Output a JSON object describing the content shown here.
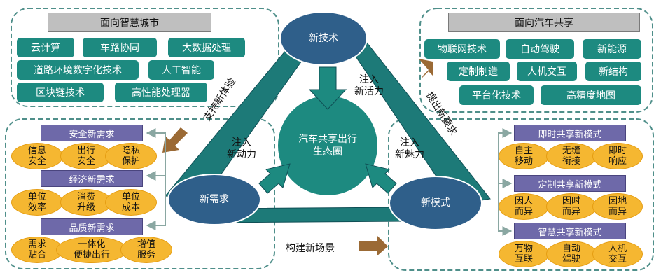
{
  "smart_city": {
    "title": "面向智慧城市",
    "techs": [
      "云计算",
      "车路协同",
      "大数据处理",
      "道路环境数字化技术",
      "人工智能",
      "区块链技术",
      "高性能处理器"
    ]
  },
  "car_sharing": {
    "title": "面向汽车共享",
    "techs": [
      "物联网技术",
      "自动驾驶",
      "新能源",
      "定制制造",
      "人机交互",
      "新结构",
      "平台化技术",
      "高精度地图"
    ]
  },
  "nodes": {
    "tech": "新技术",
    "demand": "新需求",
    "mode": "新模式",
    "center_line1": "汽车共享出行",
    "center_line2": "生态圈"
  },
  "flows": {
    "tech_in_1": "注入",
    "tech_in_2": "新活力",
    "demand_in_1": "注入",
    "demand_in_2": "新动力",
    "mode_in_1": "注入",
    "mode_in_2": "新魅力",
    "support": "支持新体验",
    "raise": "提出新要求",
    "build": "构建新场景"
  },
  "demands": {
    "groups": [
      {
        "title": "安全新需求",
        "items": [
          [
            "信息",
            "安全"
          ],
          [
            "出行",
            "安全"
          ],
          [
            "隐私",
            "保护"
          ]
        ]
      },
      {
        "title": "经济新需求",
        "items": [
          [
            "单位",
            "效率"
          ],
          [
            "消费",
            "升级"
          ],
          [
            "单位",
            "成本"
          ]
        ]
      },
      {
        "title": "品质新需求",
        "items": [
          [
            "需求",
            "贴合"
          ],
          [
            "一体化",
            "便捷出行"
          ],
          [
            "增值",
            "服务"
          ]
        ]
      }
    ]
  },
  "modes": {
    "groups": [
      {
        "title": "即时共享新模式",
        "items": [
          [
            "自主",
            "移动"
          ],
          [
            "无缝",
            "衔接"
          ],
          [
            "即时",
            "响应"
          ]
        ]
      },
      {
        "title": "定制共享新模式",
        "items": [
          [
            "因人",
            "而异"
          ],
          [
            "因时",
            "而异"
          ],
          [
            "因地",
            "而异"
          ]
        ]
      },
      {
        "title": "智慧共享新模式",
        "items": [
          [
            "万物",
            "互联"
          ],
          [
            "自动",
            "驾驶"
          ],
          [
            "人机",
            "交互"
          ]
        ]
      }
    ]
  },
  "colors": {
    "teal": "#1d8a80",
    "navy": "#2f5f8a",
    "orange": "#f5b731",
    "purple": "#6e69a9",
    "arrow_brown": "#9b6a35"
  }
}
